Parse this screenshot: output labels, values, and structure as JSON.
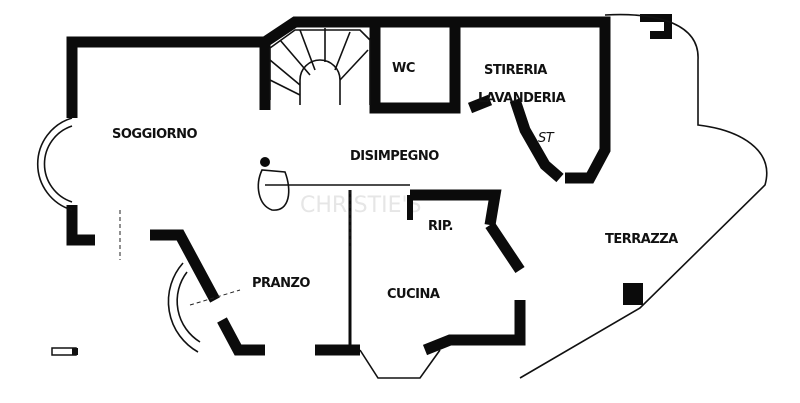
{
  "plan": {
    "rooms": {
      "soggiorno": "SOGGIORNO",
      "disimpegno": "DISIMPEGNO",
      "wc": "WC",
      "stireria": "STIRERIA",
      "lavanderia": "LAVANDERIA",
      "st": "ST",
      "rip": "RIP.",
      "pranzo": "PRANZO",
      "cucina": "CUCINA",
      "terrazza": "TERRAZZA"
    },
    "watermark": "CHRISTIE'S",
    "colors": {
      "wall": "#0b0b0b",
      "background": "#ffffff"
    }
  }
}
